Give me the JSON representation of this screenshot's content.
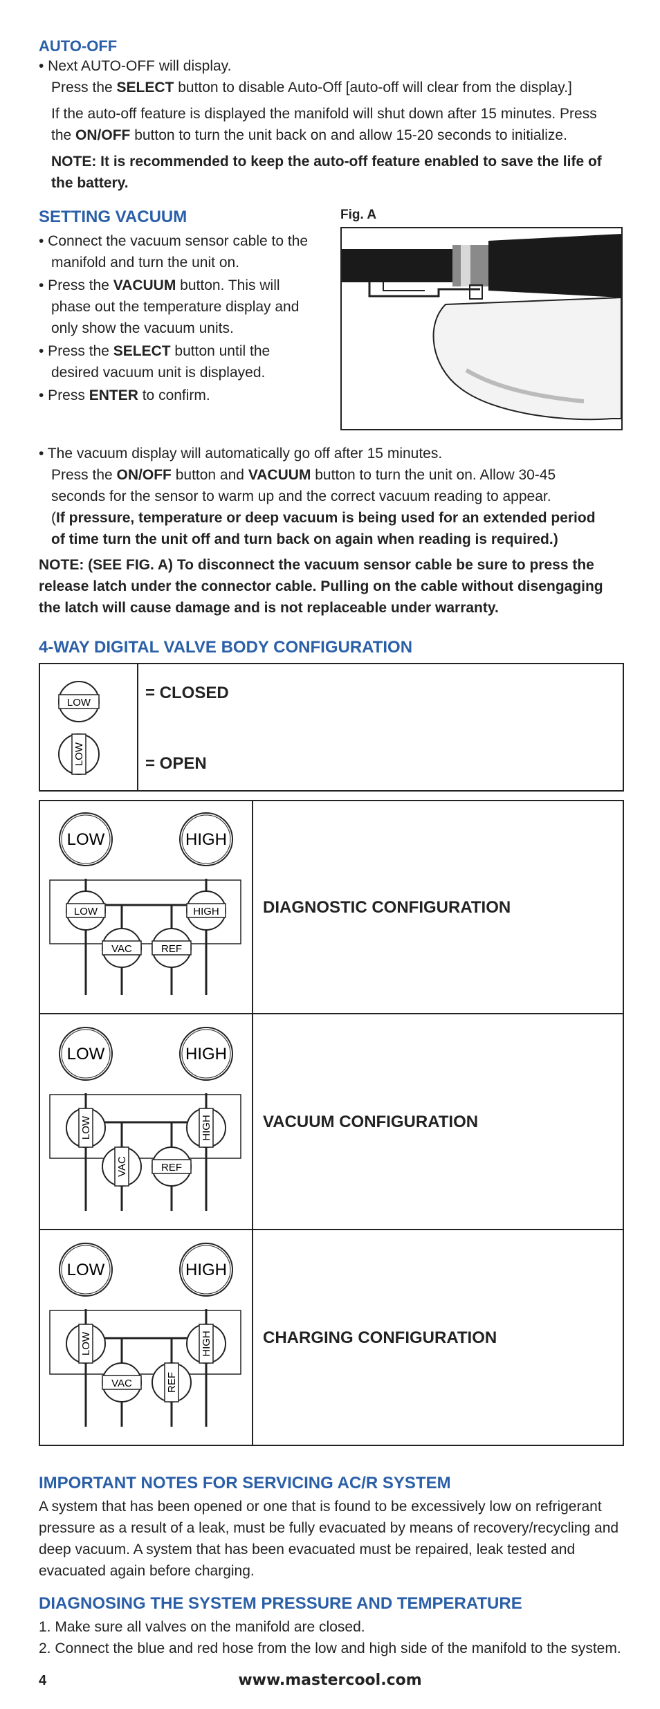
{
  "auto_off": {
    "heading": "AUTO-OFF",
    "line1": "• Next AUTO-OFF will display.",
    "line2_pre": "Press the ",
    "line2_bold": "SELECT",
    "line2_post": " button to disable Auto-Off [auto-off will clear from the display.]",
    "para1": "If the auto-off feature is displayed the manifold will shut down after 15 minutes. Press",
    "para2_pre": "the ",
    "para2_bold": "ON/OFF",
    "para2_post": " button to turn the unit back on and allow 15-20 seconds to initialize.",
    "note1": "NOTE: It is recommended to keep the auto-off feature enabled to save the life of",
    "note2": "the battery."
  },
  "setting_vacuum": {
    "heading": "SETTING VACUUM",
    "b1a": "• Connect the vacuum sensor cable to the",
    "b1b": "manifold and turn the unit on.",
    "b2a_pre": "• Press the ",
    "b2a_bold": "VACUUM",
    "b2a_post": " button. This will",
    "b2b": "phase out the temperature display and",
    "b2c": "only show the vacuum units.",
    "b3a_pre": "• Press the ",
    "b3a_bold": "SELECT",
    "b3a_post": " button until the",
    "b3b": "desired vacuum unit is displayed.",
    "b4_pre": "• Press ",
    "b4_bold": "ENTER",
    "b4_post": " to confirm.",
    "fig_label": "Fig. A"
  },
  "vacuum_display": {
    "l1": "• The vacuum display will automatically go off after 15 minutes.",
    "l2_pre": "Press the ",
    "l2_b1": "ON/OFF",
    "l2_mid": " button and ",
    "l2_b2": "VACUUM",
    "l2_post": " button to turn the unit on. Allow 30-45",
    "l3": "seconds for the sensor to warm up and the correct vacuum reading to appear.",
    "l4_pre": "(",
    "l4_bold": "If pressure, temperature or deep vacuum is being used for an extended period",
    "l5": "of time turn the unit off and turn back on again when reading is required.)",
    "note1": "NOTE: (SEE FIG. A) To disconnect the vacuum sensor cable be sure to press the",
    "note2": "release latch under the connector cable. Pulling on the cable without disengaging",
    "note3": "the latch will cause damage and is not replaceable under warranty."
  },
  "valve_config": {
    "heading": "4-WAY DIGITAL VALVE BODY CONFIGURATION",
    "legend": {
      "valve_label": "LOW",
      "closed": "= CLOSED",
      "open": "= OPEN"
    },
    "configs": [
      {
        "title": "DIAGNOSTIC CONFIGURATION"
      },
      {
        "title": "VACUUM CONFIGURATION"
      },
      {
        "title": "CHARGING CONFIGURATION"
      }
    ],
    "gauge_low": "LOW",
    "gauge_high": "HIGH",
    "valve_low": "LOW",
    "valve_high": "HIGH",
    "valve_vac": "VAC",
    "valve_ref": "REF"
  },
  "important_notes": {
    "heading": "IMPORTANT NOTES FOR SERVICING AC/R SYSTEM",
    "l1": "A system that has been opened or one that is found to be excessively low on refrigerant",
    "l2": "pressure as a result of a leak, must be fully evacuated by means of recovery/recycling and",
    "l3": "deep vacuum. A system that has been evacuated must be repaired, leak tested and",
    "l4": "evacuated again before charging."
  },
  "diagnosing": {
    "heading": "DIAGNOSING THE SYSTEM PRESSURE AND TEMPERATURE",
    "l1": "1. Make sure all valves on the manifold are closed.",
    "l2": "2. Connect the blue and red hose from the low and high side of the manifold to the system."
  },
  "footer": {
    "page": "4",
    "url": "www.mastercool.com"
  }
}
